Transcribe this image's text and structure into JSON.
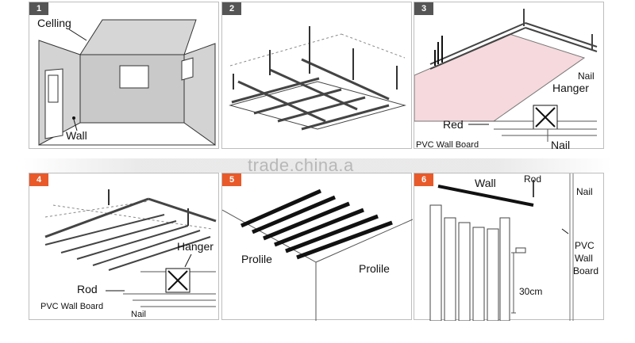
{
  "watermark": "trade.china.a",
  "panels": [
    {
      "step": "1",
      "labels": {
        "ceiling": "Celling",
        "wall": "Wall"
      }
    },
    {
      "step": "2",
      "labels": {}
    },
    {
      "step": "3",
      "labels": {
        "nail_top": "Nail",
        "hanger": "Hanger",
        "red": "Red",
        "pvc": "PVC Wall Board",
        "nail_bottom": "Nail"
      }
    },
    {
      "step": "4",
      "labels": {
        "hanger": "Hanger",
        "rod": "Rod",
        "pvc": "PVC Wall Board",
        "nail": "Nail"
      }
    },
    {
      "step": "5",
      "labels": {
        "profile_left": "Prolile",
        "profile_right": "Prolile"
      }
    },
    {
      "step": "6",
      "labels": {
        "wall": "Wall",
        "rod": "Rod",
        "nail": "Nail",
        "pvc_1": "PVC",
        "pvc_2": "Wall",
        "pvc_3": "Board",
        "spacing": "30cm"
      }
    }
  ],
  "colors": {
    "tag_dark": "#555555",
    "tag_orange": "#e85a2a",
    "wall_fill": "#cfcfcf",
    "pink_board": "#f5d9dc"
  }
}
